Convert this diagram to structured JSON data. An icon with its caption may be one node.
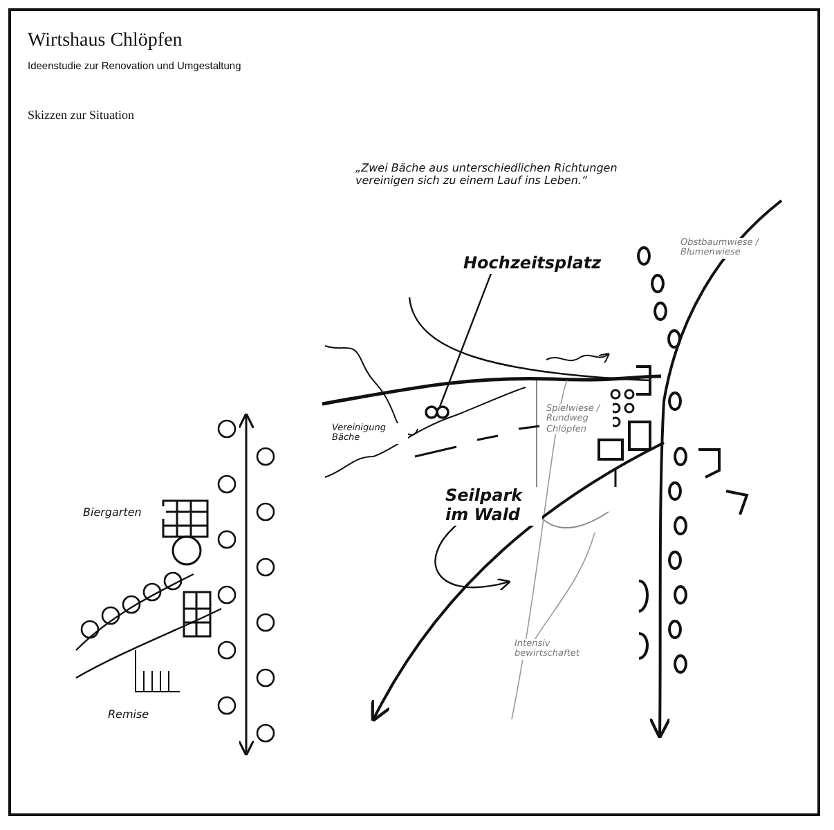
{
  "diagram": {
    "title": "Wirtshaus Chlöpfen",
    "nodes": [
      {
        "text": [
          "Hochzeitsplatz"
        ]
      },
      {
        "text": [],
        "shape": "circle"
      },
      {
        "text": [
          "Seilpark im Wald"
        ]
      }
    ],
    "edges": [
      {
        "from": 0,
        "to": 1,
        "arrow": "none"
      },
      {
        "from": 2,
        "to": null,
        "arrow": "to"
      }
    ],
    "labels": [
      "Ideenstudie zur Renovation und Umgestaltung",
      "Skizzen zur Situation",
      "„Zwei Bäche aus unterschiedlichen Richtungen vereinigen sich zu einem Lauf ins Leben.“",
      "Obstbaumwiese / Blumenwiese",
      "Vereinigung Bäche",
      "Spielwiese / Rundweg Chlöpfen",
      "Intensiv bewirtschaftet",
      "Biergarten",
      "Remise"
    ]
  }
}
